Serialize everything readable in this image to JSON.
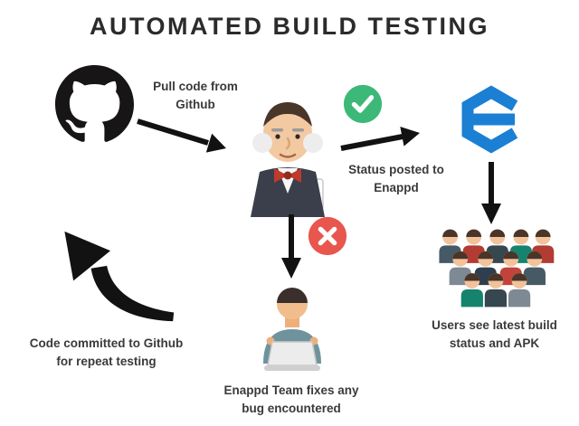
{
  "title": "AUTOMATED BUILD TESTING",
  "labels": {
    "pull_code": "Pull code from\nGithub",
    "status_posted": "Status posted to\nEnappd",
    "users_see": "Users see latest build\nstatus and APK",
    "team_fixes": "Enappd Team fixes any\nbug encountered",
    "code_committed": "Code committed to Github\nfor repeat testing"
  },
  "icons": {
    "source": "github-octocat-icon",
    "build_server": "jenkins-butler-icon",
    "success": "check-circle-icon",
    "failure": "x-circle-icon",
    "app_platform": "enappd-logo-icon",
    "audience": "users-crowd-icon",
    "team": "developer-laptop-icon",
    "flow": "arrow-icon",
    "repeat": "curved-arrow-icon"
  },
  "colors": {
    "title_text": "#2b2b2b",
    "label_text": "#3a3a3a",
    "arrow_black": "#121212",
    "github_black": "#171515",
    "success_green": "#3cb878",
    "failure_red": "#e8564d",
    "enappd_blue": "#1b7fd4",
    "jenkins_suit": "#3a3f4b",
    "jenkins_bow_red": "#c0392b",
    "skin_tone": "#f2c29a"
  }
}
